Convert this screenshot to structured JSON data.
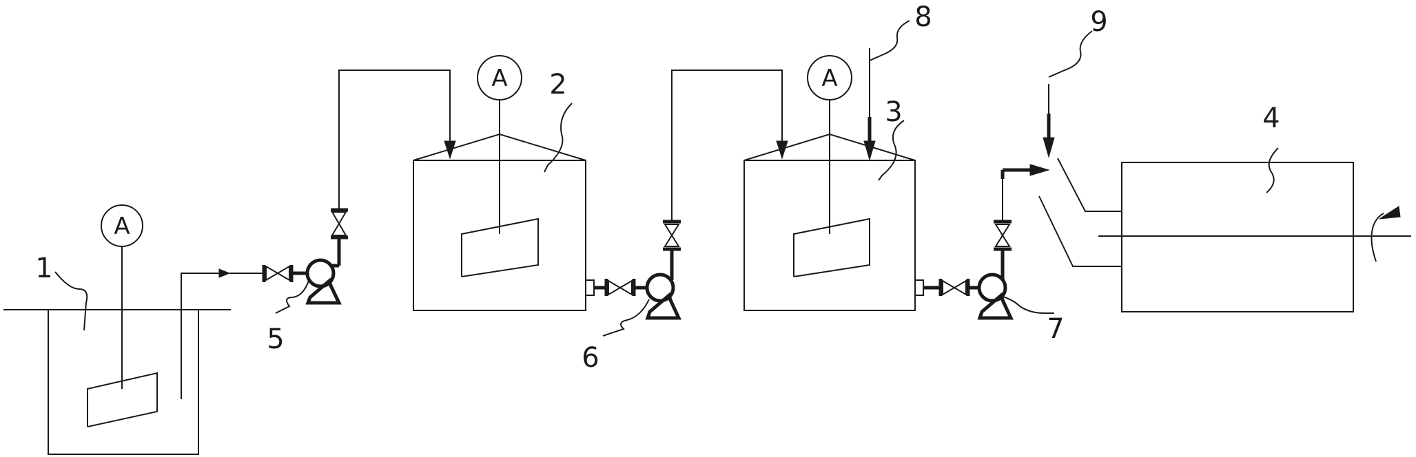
{
  "diagram": {
    "meter_symbol": "A",
    "labels": {
      "l1": "1",
      "l2": "2",
      "l3": "3",
      "l4": "4",
      "l5": "5",
      "l6": "6",
      "l7": "7",
      "l8": "8",
      "l9": "9"
    }
  }
}
